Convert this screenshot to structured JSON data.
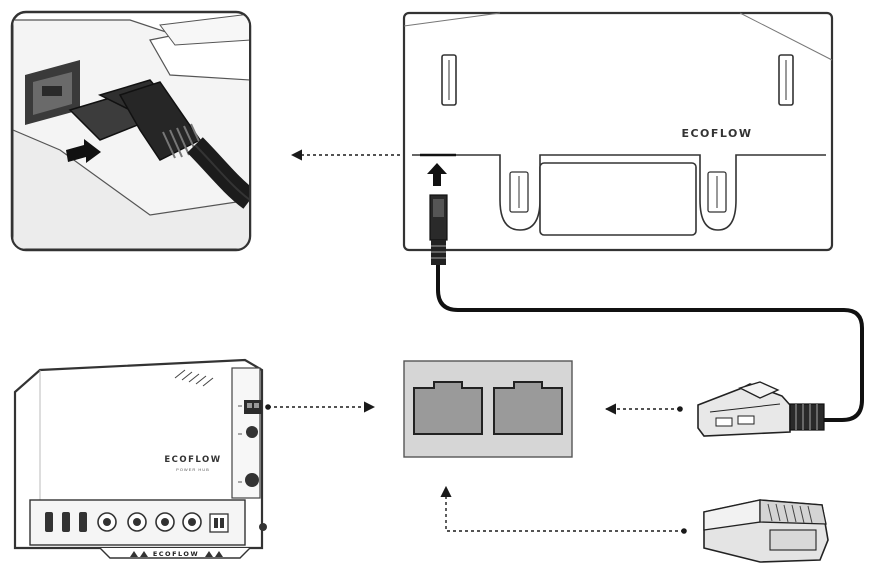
{
  "brand": {
    "main_unit_logo": "ECOFLOW",
    "power_hub_logo": "ECOFLOW",
    "power_hub_sublabel": "POWER HUB",
    "power_hub_bottom_logo": "ECOFLOW"
  },
  "colors": {
    "line": "#1a1a1a",
    "panel_fill": "#f2f2f2",
    "port_panel": "#d6d6d6",
    "port_socket": "#9a9a9a",
    "connector_fill": "#e8e8e8",
    "cable": "#111111"
  },
  "icons": {
    "push_arrow": "up-arrow-icon",
    "insert_arrow": "right-arrow-icon",
    "flow_arrows": "dotted-arrow-icon"
  }
}
